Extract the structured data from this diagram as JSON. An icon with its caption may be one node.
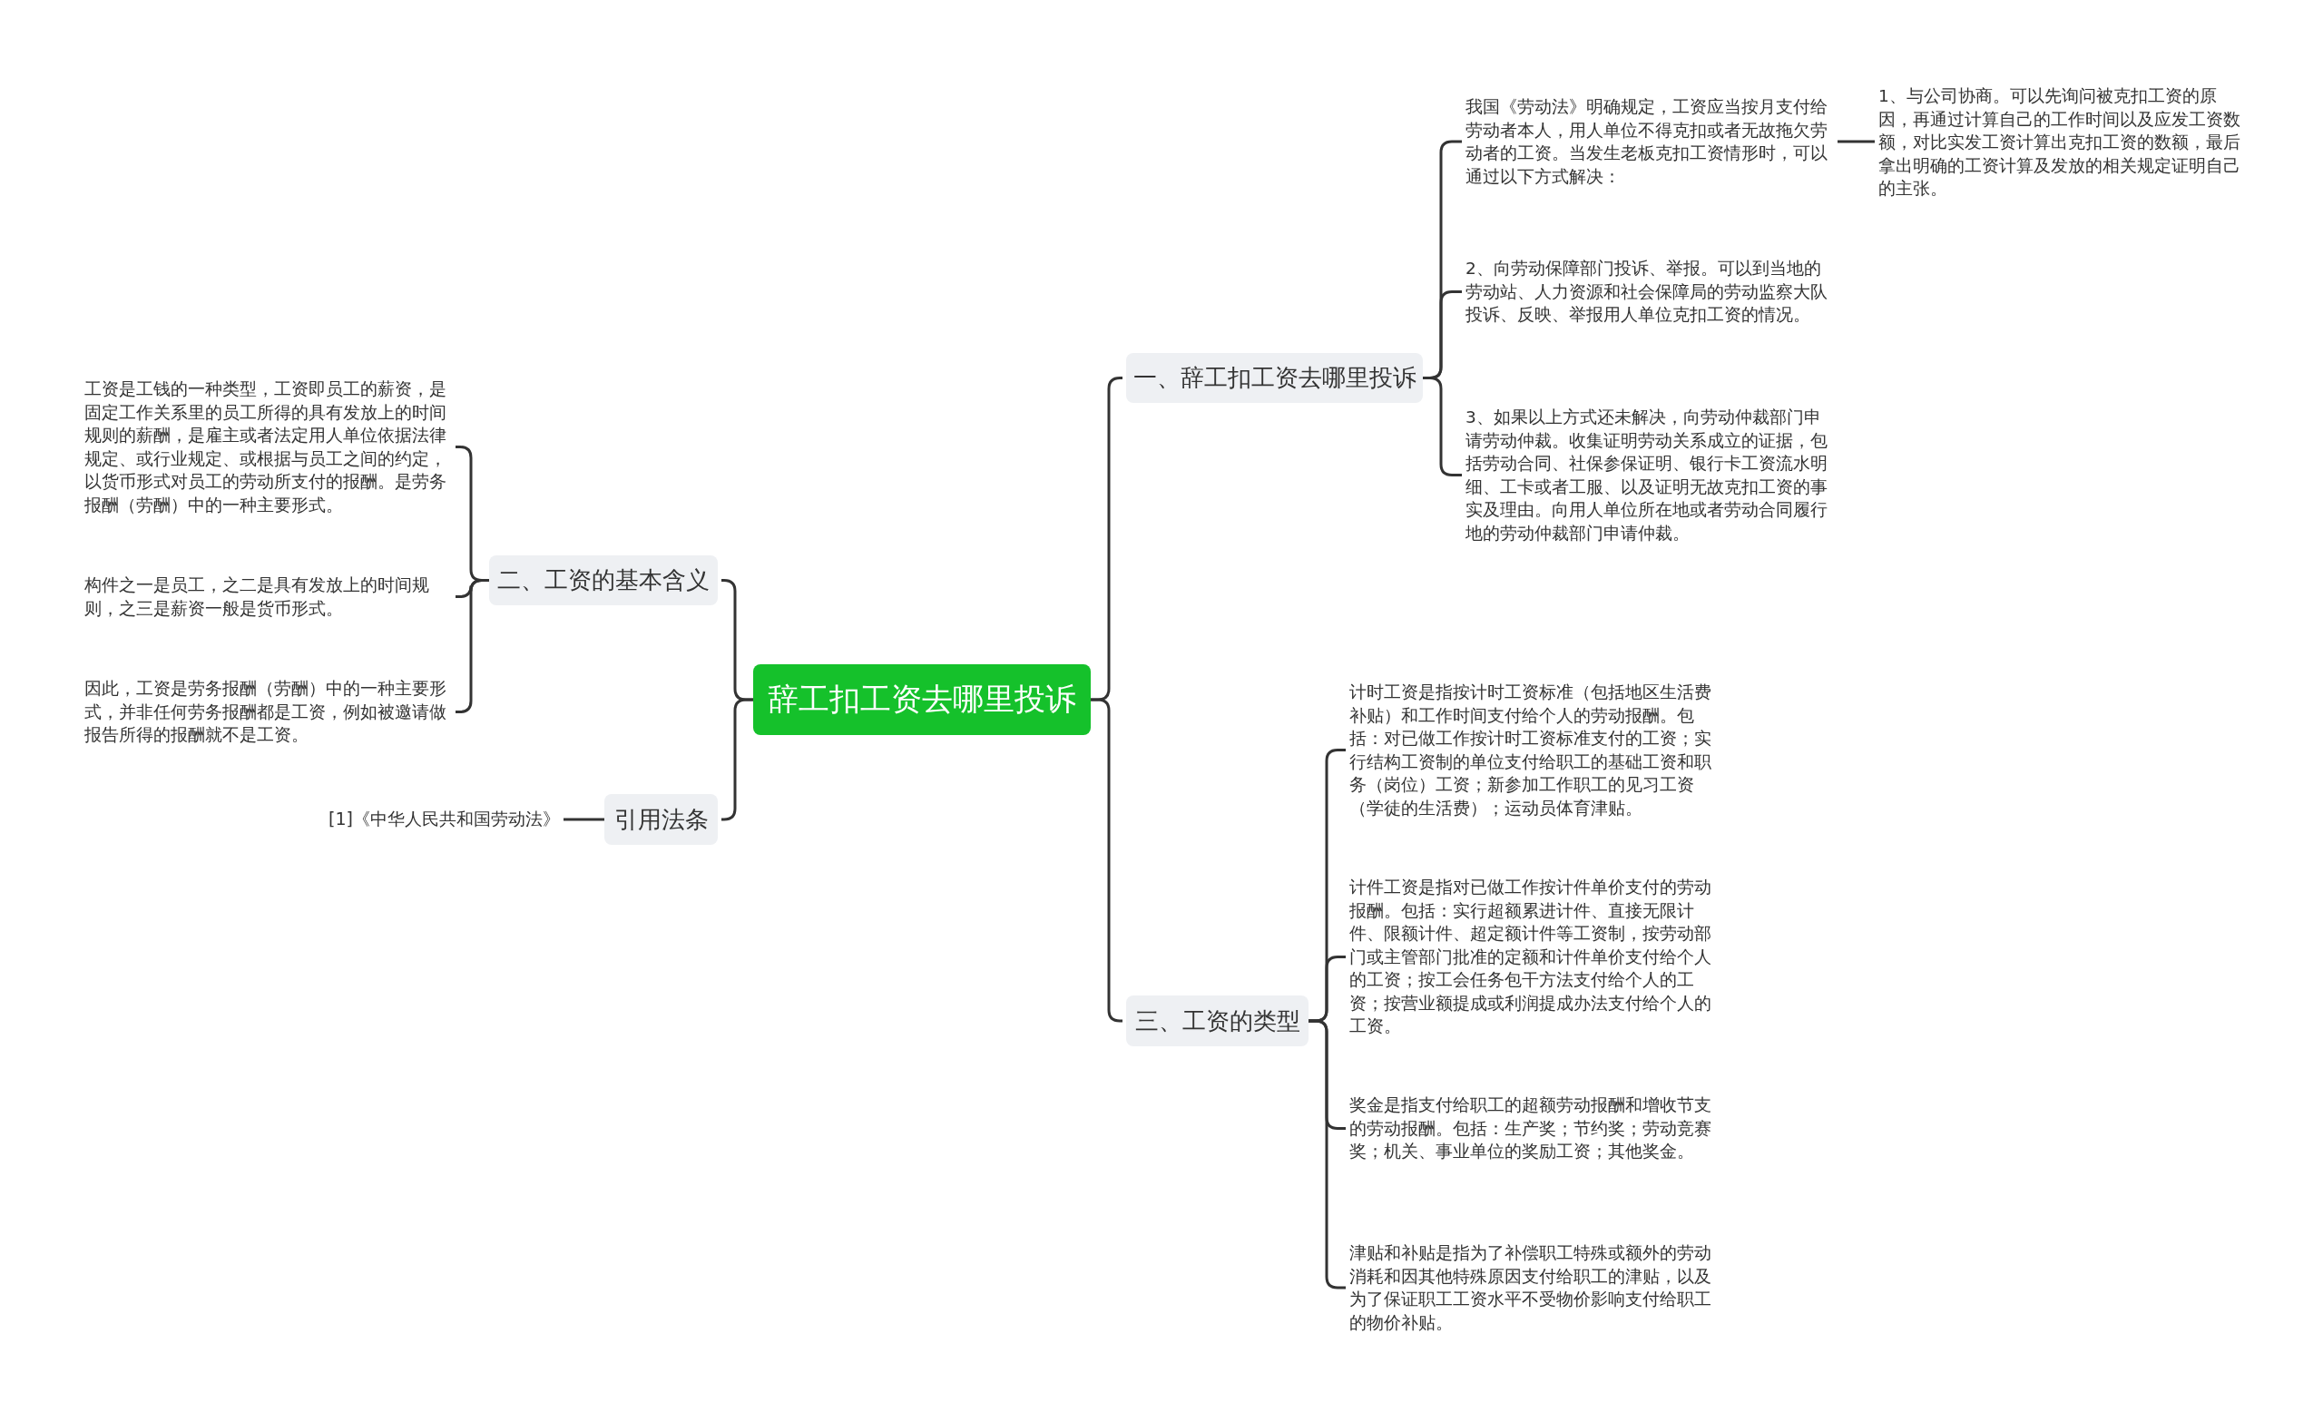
{
  "diagram": {
    "nodes": [
      {
        "text": [
          "辞工扣工资去哪里投诉"
        ]
      },
      {
        "text": [
          "一、辞工扣工资去哪里投诉"
        ]
      },
      {
        "text": [
          "我国《劳动法》明确规定，工资应当按月支付给劳动者本人，用人单位不得克扣或者无故拖欠劳动者的工资。当发生老板克扣工资情形时，可以通过以下方式解决："
        ]
      },
      {
        "text": [
          "1、与公司协商。可以先询问被克扣工资的原因，再通过计算自己的工作时间以及应发工资数额，对比实发工资计算出克扣工资的数额，最后拿出明确的工资计算及发放的相关规定证明自己的主张。"
        ]
      },
      {
        "text": [
          "2、向劳动保障部门投诉、举报。可以到当地的劳动站、人力资源和社会保障局的劳动监察大队投诉、反映、举报用人单位克扣工资的情况。"
        ]
      },
      {
        "text": [
          "3、如果以上方式还未解决，向劳动仲裁部门申请劳动仲裁。收集证明劳动关系成立的证据，包括劳动合同、社保参保证明、银行卡工资流水明细、工卡或者工服、以及证明无故克扣工资的事实及理由。向用人单位所在地或者劳动合同履行地的劳动仲裁部门申请仲裁。"
        ]
      },
      {
        "text": [
          "三、工资的类型"
        ]
      },
      {
        "text": [
          "计时工资是指按计时工资标准（包括地区生活费补贴）和工作时间支付给个人的劳动报酬。包括：对已做工作按计时工资标准支付的工资；实行结构工资制的单位支付给职工的基础工资和职务（岗位）工资；新参加工作职工的见习工资（学徒的生活费）；运动员体育津贴。"
        ]
      },
      {
        "text": [
          "计件工资是指对已做工作按计件单价支付的劳动报酬。包括：实行超额累进计件、直接无限计件、限额计件、超定额计件等工资制，按劳动部门或主管部门批准的定额和计件单价支付给个人的工资；按工会任务包干方法支付给个人的工资；按营业额提成或利润提成办法支付给个人的工资。"
        ]
      },
      {
        "text": [
          "奖金是指支付给职工的超额劳动报酬和增收节支的劳动报酬。包括：生产奖；节约奖；劳动竞赛奖；机关、事业单位的奖励工资；其他奖金。"
        ]
      },
      {
        "text": [
          "津贴和补贴是指为了补偿职工特殊或额外的劳动消耗和因其他特殊原因支付给职工的津贴，以及为了保证职工工资水平不受物价影响支付给职工的物价补贴。"
        ]
      },
      {
        "text": [
          "二、工资的基本含义"
        ]
      },
      {
        "text": [
          "工资是工钱的一种类型，工资即员工的薪资，是固定工作关系里的员工所得的具有发放上的时间规则的薪酬，是雇主或者法定用人单位依据法律规定、或行业规定、或根据与员工之间的约定，以货币形式对员工的劳动所支付的报酬。是劳务报酬（劳酬）中的一种主要形式。"
        ]
      },
      {
        "text": [
          "构件之一是员工，之二是具有发放上的时间规则，之三是薪资一般是货币形式。"
        ]
      },
      {
        "text": [
          "因此，工资是劳务报酬（劳酬）中的一种主要形式，并非任何劳务报酬都是工资，例如被邀请做报告所得的报酬就不是工资。"
        ]
      },
      {
        "text": [
          "引用法条"
        ]
      },
      {
        "text": [
          "[1]《中华人民共和国劳动法》"
        ]
      }
    ],
    "edges": [
      {
        "from": 0,
        "to": 1,
        "arrow": "none"
      },
      {
        "from": 1,
        "to": 2,
        "arrow": "none"
      },
      {
        "from": 2,
        "to": 3,
        "arrow": "none"
      },
      {
        "from": 1,
        "to": 4,
        "arrow": "none"
      },
      {
        "from": 1,
        "to": 5,
        "arrow": "none"
      },
      {
        "from": 0,
        "to": 6,
        "arrow": "none"
      },
      {
        "from": 6,
        "to": 7,
        "arrow": "none"
      },
      {
        "from": 6,
        "to": 8,
        "arrow": "none"
      },
      {
        "from": 6,
        "to": 9,
        "arrow": "none"
      },
      {
        "from": 6,
        "to": 10,
        "arrow": "none"
      },
      {
        "from": 0,
        "to": 11,
        "arrow": "none"
      },
      {
        "from": 11,
        "to": 12,
        "arrow": "none"
      },
      {
        "from": 11,
        "to": 13,
        "arrow": "none"
      },
      {
        "from": 11,
        "to": 14,
        "arrow": "none"
      },
      {
        "from": 0,
        "to": 15,
        "arrow": "none"
      },
      {
        "from": 15,
        "to": 16,
        "arrow": "none"
      }
    ]
  }
}
